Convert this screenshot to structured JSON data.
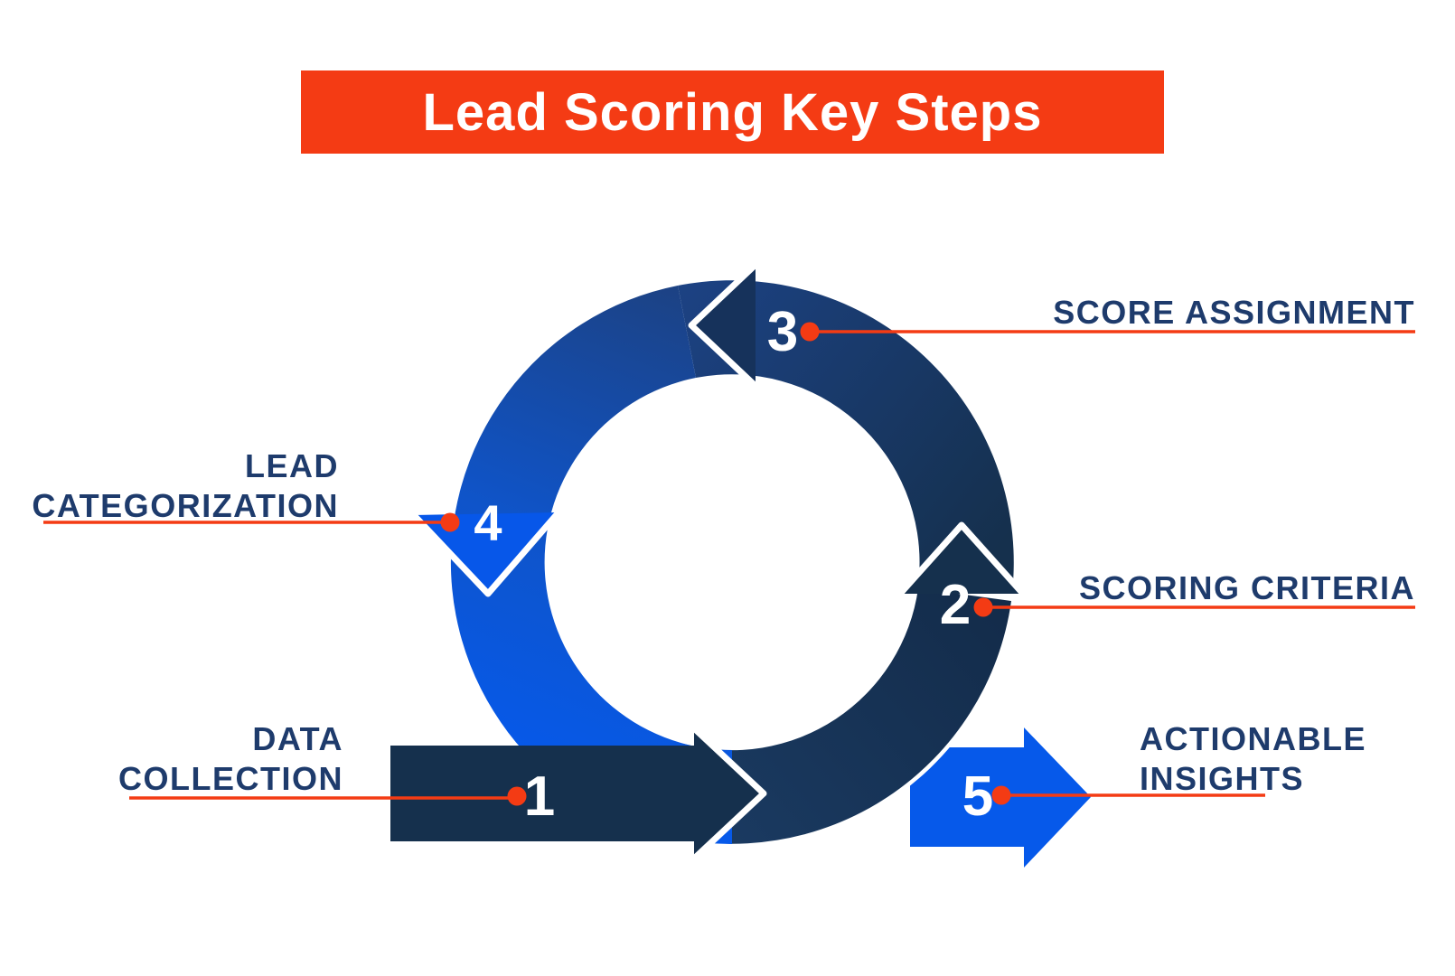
{
  "title": "Lead Scoring Key Steps",
  "colors": {
    "accent_red": "#F43B14",
    "navy_dark": "#15304D",
    "navy_arrowhead_top": "#16325B",
    "deep_blue": "#1C4284",
    "bright_blue": "#0659EA",
    "label_navy": "#1E3B6C",
    "background": "#FFFFFF",
    "numeral_white": "#FFFFFF"
  },
  "diagram": {
    "type": "circular-process-loop",
    "direction": "counterclockwise",
    "step_count": 5
  },
  "steps": [
    {
      "number": "1",
      "label": "DATA COLLECTION",
      "lines": [
        "DATA",
        "COLLECTION"
      ],
      "shape": "straight-arrow-right",
      "color": "#15304D",
      "position": "bottom-left"
    },
    {
      "number": "2",
      "label": "SCORING CRITERIA",
      "lines": [
        "SCORING CRITERIA"
      ],
      "shape": "ring-arrow-up",
      "color": "#15304D",
      "position": "right"
    },
    {
      "number": "3",
      "label": "SCORE ASSIGNMENT",
      "lines": [
        "SCORE ASSIGNMENT"
      ],
      "shape": "ring-arrow-left",
      "color": "#16325B",
      "position": "top"
    },
    {
      "number": "4",
      "label": "LEAD CATEGORIZATION",
      "lines": [
        "LEAD",
        "CATEGORIZATION"
      ],
      "shape": "ring-arrow-down",
      "color": "#0659EA",
      "position": "left"
    },
    {
      "number": "5",
      "label": "ACTIONABLE INSIGHTS",
      "lines": [
        "ACTIONABLE",
        "INSIGHTS"
      ],
      "shape": "straight-arrow-right",
      "color": "#0659EA",
      "position": "bottom-right"
    }
  ]
}
